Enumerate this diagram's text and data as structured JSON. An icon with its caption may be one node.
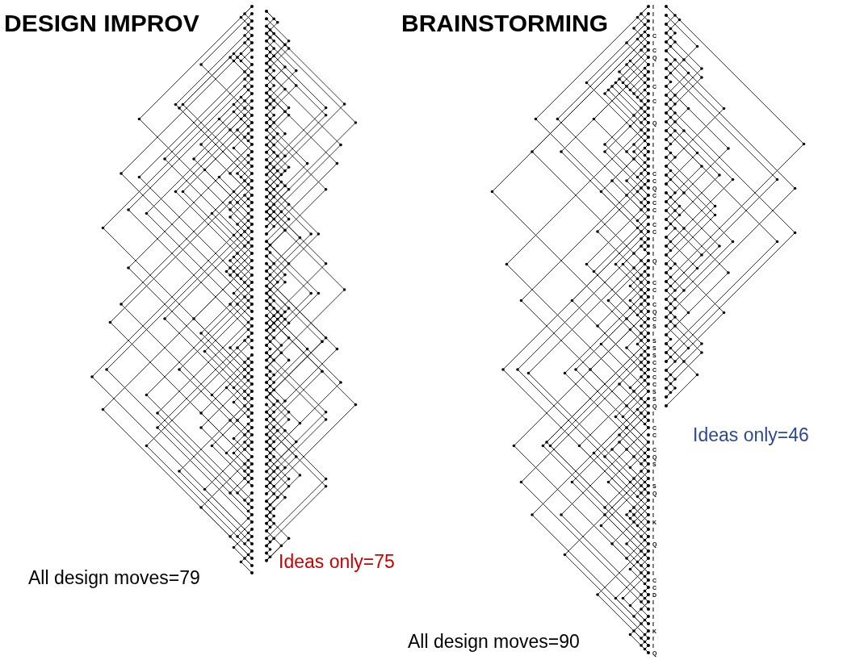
{
  "diagram": {
    "labels": [
      "DESIGN IMPROV",
      "BRAINSTORMING",
      "I",
      "I",
      "I",
      "I",
      "C",
      "I",
      "C",
      "Q",
      "I",
      "I",
      "I",
      "C",
      "I",
      "C",
      "I",
      "I",
      "Q",
      "I",
      "I",
      "I",
      "I",
      "I",
      "I",
      "C",
      "C",
      "Q",
      "C",
      "C",
      "C",
      "I",
      "C",
      "C",
      "I",
      "I",
      "I",
      "Q",
      "I",
      "I",
      "C",
      "C",
      "I",
      "C",
      "Q",
      "C",
      "S",
      "I",
      "S",
      "S",
      "S",
      "C",
      "C",
      "C",
      "C",
      "S",
      "S",
      "Q",
      "I",
      "I",
      "C",
      "C",
      "I",
      "C",
      "Q",
      "S",
      "I",
      "I",
      "S",
      "Q",
      "I",
      "I",
      "I",
      "K",
      "I",
      "I",
      "Q",
      "I",
      "I",
      "I",
      "I",
      "C",
      "C",
      "D",
      "I",
      "I",
      "I",
      "I",
      "K",
      "I",
      "I",
      "Q",
      "Ideas only=46",
      "All design moves=79",
      "Ideas only=75",
      "All design moves=90"
    ]
  }
}
